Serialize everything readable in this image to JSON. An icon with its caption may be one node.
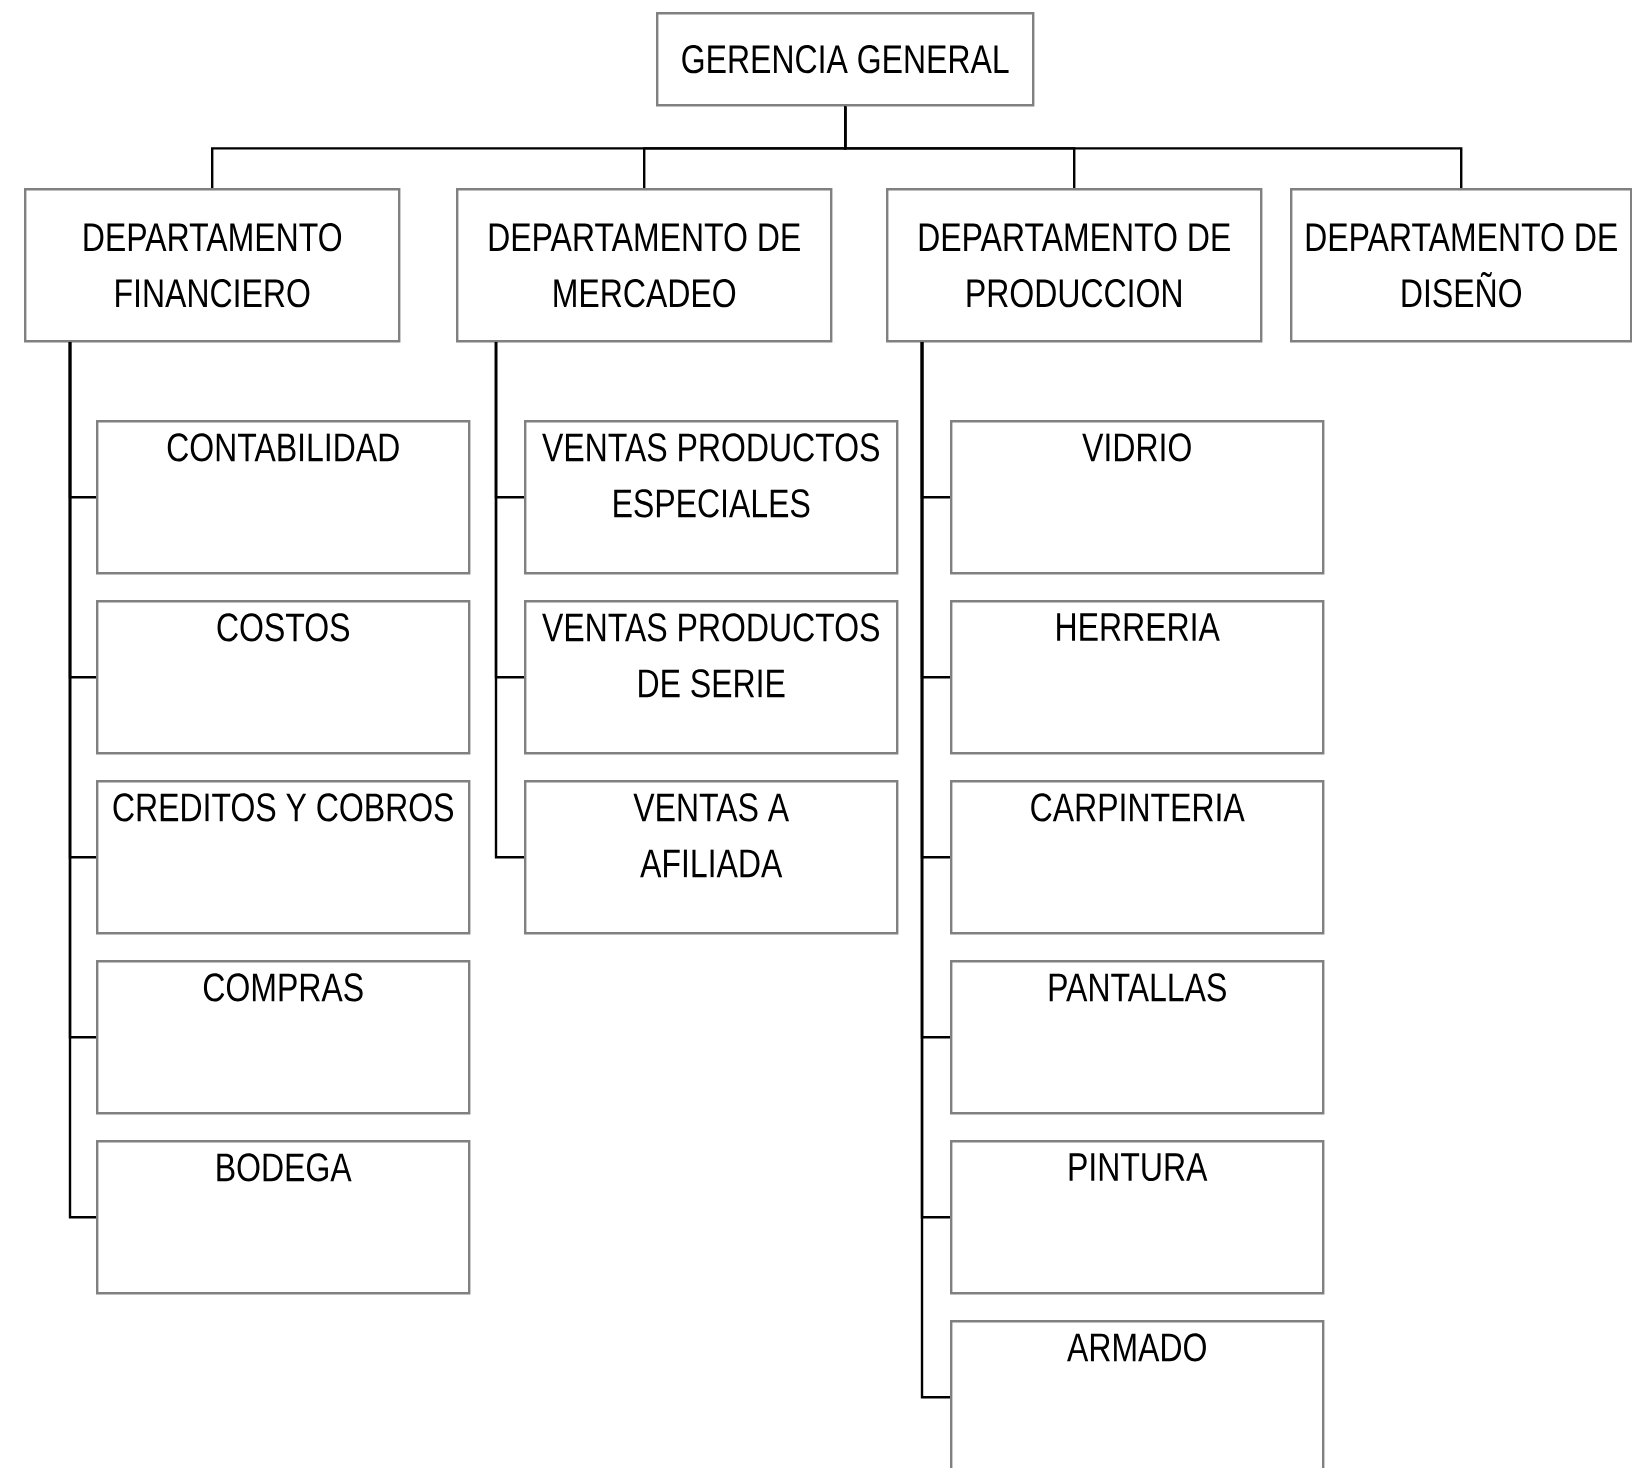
{
  "diagram": {
    "nodes": [
      {
        "text": [
          "GERENCIA GENERAL"
        ]
      },
      {
        "text": [
          "DEPARTAMENTO FINANCIERO"
        ]
      },
      {
        "text": [
          "DEPARTAMENTO DE MERCADEO"
        ]
      },
      {
        "text": [
          "DEPARTAMENTO DE PRODUCCION"
        ]
      },
      {
        "text": [
          "DEPARTAMENTO DE DISEÑO"
        ]
      },
      {
        "text": [
          "CONTABILIDAD"
        ]
      },
      {
        "text": [
          "COSTOS"
        ]
      },
      {
        "text": [
          "CREDITOS Y COBROS"
        ]
      },
      {
        "text": [
          "COMPRAS"
        ]
      },
      {
        "text": [
          "BODEGA"
        ]
      },
      {
        "text": [
          "VENTAS PRODUCTOS ESPECIALES"
        ]
      },
      {
        "text": [
          "VENTAS PRODUCTOS DE SERIE"
        ]
      },
      {
        "text": [
          "VENTAS A AFILIADA"
        ]
      },
      {
        "text": [
          "VIDRIO"
        ]
      },
      {
        "text": [
          "HERRERIA"
        ]
      },
      {
        "text": [
          "CARPINTERIA"
        ]
      },
      {
        "text": [
          "PANTALLAS"
        ]
      },
      {
        "text": [
          "PINTURA"
        ]
      },
      {
        "text": [
          "ARMADO"
        ]
      }
    ],
    "edges": [
      {
        "from": 0,
        "to": 1,
        "arrow": "none"
      },
      {
        "from": 0,
        "to": 2,
        "arrow": "none"
      },
      {
        "from": 0,
        "to": 3,
        "arrow": "none"
      },
      {
        "from": 0,
        "to": 4,
        "arrow": "none"
      },
      {
        "from": 1,
        "to": 5,
        "arrow": "none"
      },
      {
        "from": 1,
        "to": 6,
        "arrow": "none"
      },
      {
        "from": 1,
        "to": 7,
        "arrow": "none"
      },
      {
        "from": 1,
        "to": 8,
        "arrow": "none"
      },
      {
        "from": 1,
        "to": 9,
        "arrow": "none"
      },
      {
        "from": 2,
        "to": 10,
        "arrow": "none"
      },
      {
        "from": 2,
        "to": 11,
        "arrow": "none"
      },
      {
        "from": 2,
        "to": 12,
        "arrow": "none"
      },
      {
        "from": 3,
        "to": 13,
        "arrow": "none"
      },
      {
        "from": 3,
        "to": 14,
        "arrow": "none"
      },
      {
        "from": 3,
        "to": 15,
        "arrow": "none"
      },
      {
        "from": 3,
        "to": 16,
        "arrow": "none"
      },
      {
        "from": 3,
        "to": 17,
        "arrow": "none"
      },
      {
        "from": 3,
        "to": 18,
        "arrow": "none"
      }
    ]
  }
}
